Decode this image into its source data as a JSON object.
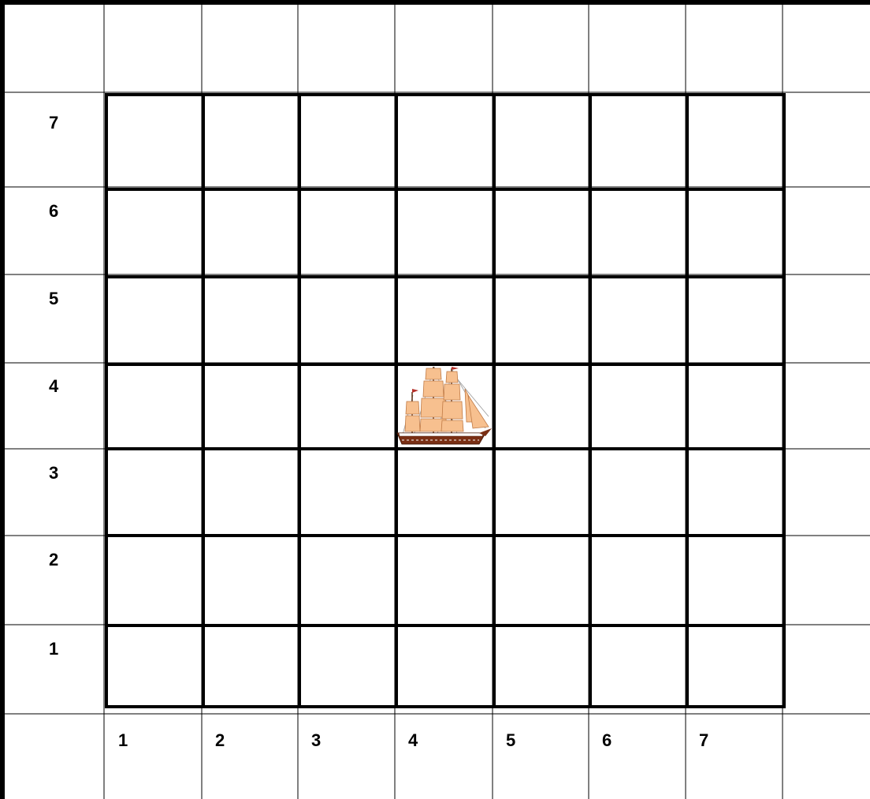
{
  "board": {
    "row_labels": [
      "7",
      "6",
      "5",
      "4",
      "3",
      "2",
      "1"
    ],
    "column_labels": [
      "1",
      "2",
      "3",
      "4",
      "5",
      "6",
      "7"
    ],
    "colors": {
      "background": "#ffffff",
      "grid_line": "#000000"
    }
  },
  "ship": {
    "icon": "sailing-ship-icon",
    "column": 4,
    "row": 4
  }
}
